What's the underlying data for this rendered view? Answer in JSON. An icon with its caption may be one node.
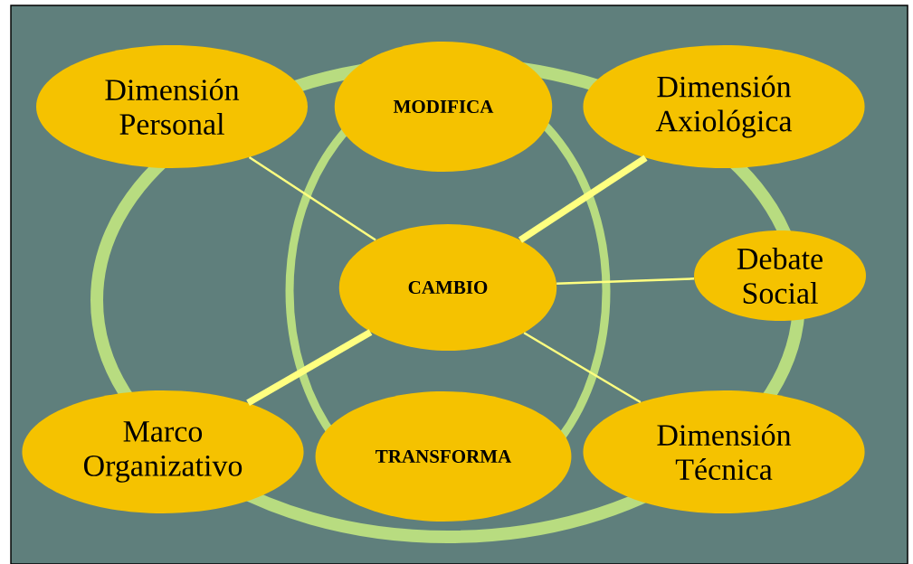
{
  "diagram": {
    "nodes": [
      {
        "text": [
          "Dimensión Personal"
        ]
      },
      {
        "text": [
          "MODIFICA"
        ]
      },
      {
        "text": [
          "Dimensión Axiológica"
        ]
      },
      {
        "text": [
          "CAMBIO"
        ]
      },
      {
        "text": [
          "Debate Social"
        ]
      },
      {
        "text": [
          "Marco Organizativo"
        ]
      },
      {
        "text": [
          "TRANSFORMA"
        ]
      },
      {
        "text": [
          "Dimensión Técnica"
        ]
      }
    ],
    "edges": [
      {
        "from": 3,
        "to": 0,
        "arrow": "none"
      },
      {
        "from": 3,
        "to": 2,
        "arrow": "none",
        "style": "thick"
      },
      {
        "from": 3,
        "to": 4,
        "arrow": "none"
      },
      {
        "from": 3,
        "to": 5,
        "arrow": "none",
        "style": "thick"
      },
      {
        "from": 3,
        "to": 7,
        "arrow": "none"
      }
    ]
  }
}
